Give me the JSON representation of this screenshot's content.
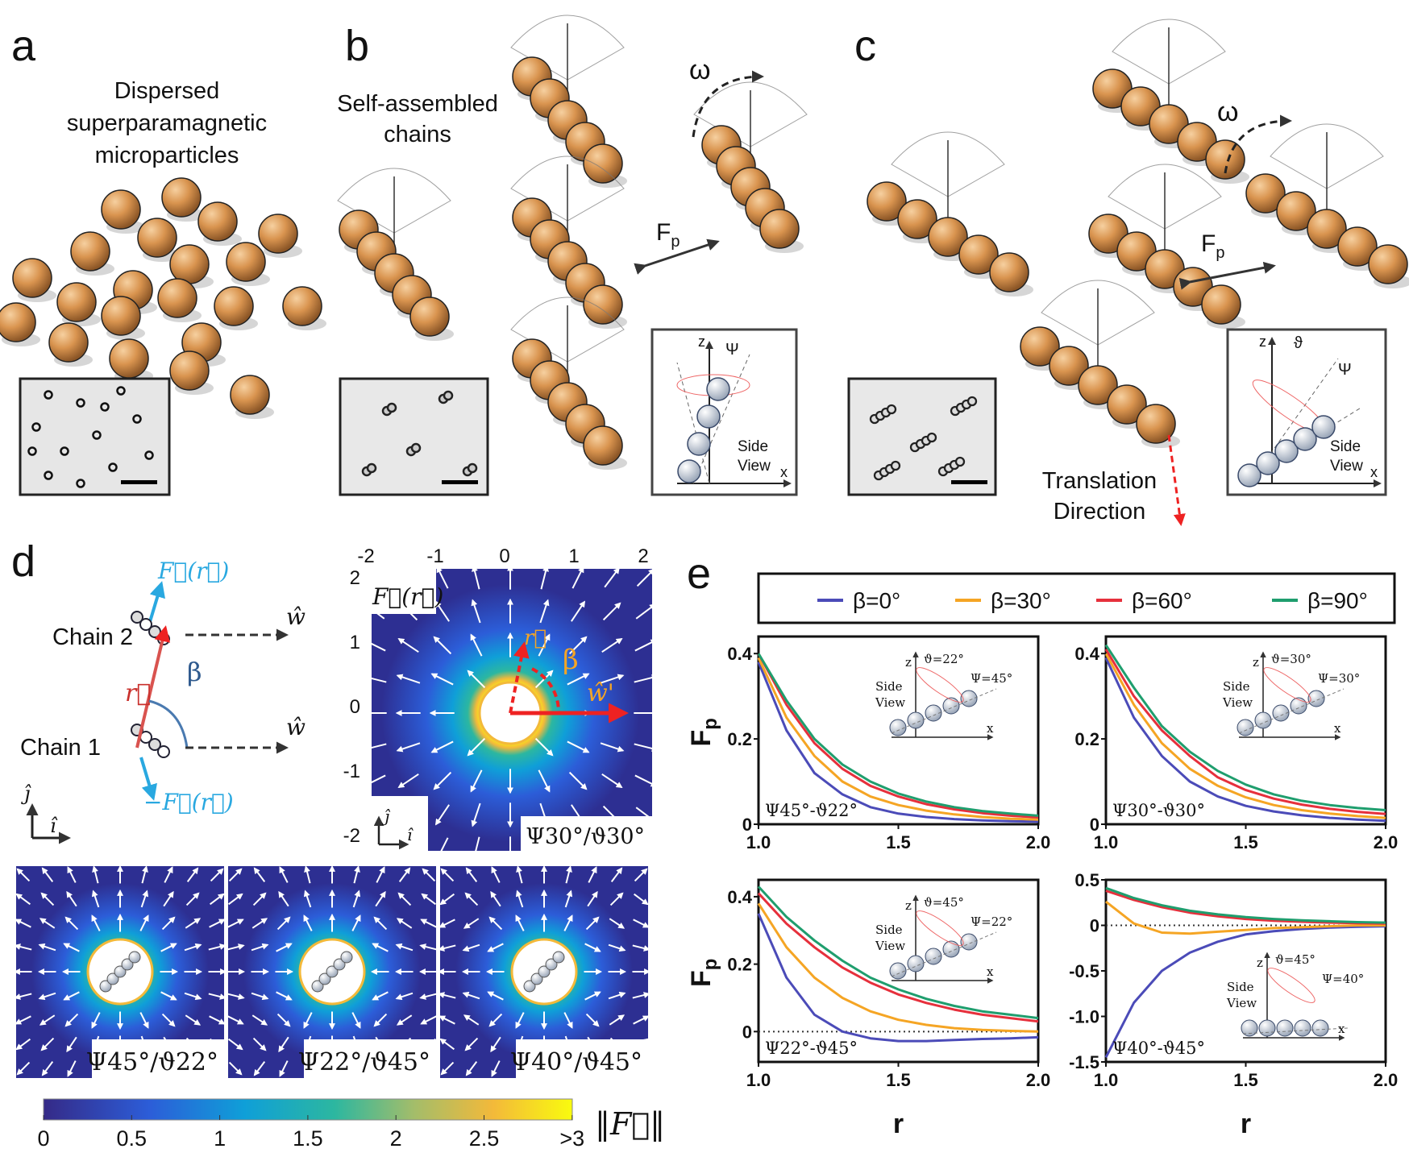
{
  "panels": {
    "a": {
      "label": "a",
      "title_lines": [
        "Dispersed",
        "superparamagnetic",
        "microparticles"
      ]
    },
    "b": {
      "label": "b",
      "title_lines": [
        "Self-assembled",
        "chains"
      ],
      "omega": "ω",
      "force": "F",
      "force_sub": "p",
      "side_view": [
        "Side",
        "View"
      ],
      "axis_z": "z",
      "axis_x": "x",
      "psi": "Ψ"
    },
    "c": {
      "label": "c",
      "omega": "ω",
      "force": "F",
      "force_sub": "p",
      "side_view": [
        "Side",
        "View"
      ],
      "axis_z": "z",
      "axis_x": "x",
      "psi": "Ψ",
      "theta": "ϑ",
      "translation": [
        "Translation",
        "Direction"
      ]
    },
    "d": {
      "label": "d",
      "force_label": "F⃗(r⃗)",
      "neg_force_label": "−F⃗(r⃗)",
      "chain2": "Chain 2",
      "chain1": "Chain 1",
      "r_label": "r⃗",
      "beta": "β",
      "w_hat": "ŵ",
      "j_hat": "ĵ",
      "i_hat": "î",
      "main_field": {
        "corner_label": "F⃗(r⃗)",
        "x_ticks": [
          "-2",
          "-1",
          "0",
          "1",
          "2"
        ],
        "y_ticks": [
          "2",
          "1",
          "0",
          "-1",
          "-2"
        ],
        "r_label": "r⃗",
        "beta": "β",
        "w_label": "ŵ'",
        "case": "Ψ30°/ϑ30°"
      },
      "small_fields": [
        {
          "case": "Ψ45°/ϑ22°"
        },
        {
          "case": "Ψ22°/ϑ45°"
        },
        {
          "case": "Ψ40°/ϑ45°"
        }
      ],
      "colorbar": {
        "ticks": [
          "0",
          "0.5",
          "1",
          "1.5",
          "2",
          "2.5",
          ">3"
        ],
        "label": "‖F⃗‖",
        "colors": [
          "#352a87",
          "#2c5dd8",
          "#0f9fd8",
          "#2cb7a0",
          "#a3bd6a",
          "#f3b93a",
          "#f9fb0e"
        ]
      }
    },
    "e": {
      "label": "e"
    }
  },
  "chart_data": {
    "type": "line",
    "legend": {
      "placement": "top",
      "entries": [
        "β=0°",
        "β=30°",
        "β=60°",
        "β=90°"
      ],
      "colors": [
        "#4b4bb8",
        "#f5a524",
        "#e6303c",
        "#1f9e6e"
      ]
    },
    "xlabel": "r",
    "ylabel": "F",
    "ylabel_sub": "p",
    "x": [
      1.0,
      1.1,
      1.2,
      1.3,
      1.4,
      1.5,
      1.6,
      1.7,
      1.8,
      1.9,
      2.0
    ],
    "plots": [
      {
        "case": "Ψ45°-ϑ22°",
        "inset": {
          "theta": "ϑ=22°",
          "psi": "Ψ=45°",
          "side_view": [
            "Side",
            "View"
          ],
          "z": "z",
          "x": "x"
        },
        "xlim": [
          1.0,
          2.0
        ],
        "ylim": [
          0,
          0.44
        ],
        "x_ticks": [
          "1.0",
          "1.5",
          "2.0"
        ],
        "y_ticks": [
          0,
          0.2,
          0.4
        ],
        "y_tick_labels": [
          "0",
          "0.2",
          "0.4"
        ],
        "zero_line": false,
        "series": [
          {
            "name": "β=0°",
            "values": [
              0.38,
              0.22,
              0.12,
              0.07,
              0.04,
              0.025,
              0.017,
              0.012,
              0.009,
              0.007,
              0.006
            ]
          },
          {
            "name": "β=30°",
            "values": [
              0.39,
              0.25,
              0.16,
              0.1,
              0.065,
              0.045,
              0.032,
              0.023,
              0.017,
              0.013,
              0.011
            ]
          },
          {
            "name": "β=60°",
            "values": [
              0.4,
              0.28,
              0.19,
              0.13,
              0.09,
              0.065,
              0.047,
              0.035,
              0.026,
              0.02,
              0.016
            ]
          },
          {
            "name": "β=90°",
            "values": [
              0.4,
              0.29,
              0.2,
              0.14,
              0.1,
              0.072,
              0.053,
              0.04,
              0.031,
              0.025,
              0.02
            ]
          }
        ]
      },
      {
        "case": "Ψ30°-ϑ30°",
        "inset": {
          "theta": "ϑ=30°",
          "psi": "Ψ=30°",
          "side_view": [
            "Side",
            "View"
          ],
          "z": "z",
          "x": "x"
        },
        "xlim": [
          1.0,
          2.0
        ],
        "ylim": [
          0,
          0.44
        ],
        "x_ticks": [
          "1.0",
          "1.5",
          "2.0"
        ],
        "y_ticks": [
          0,
          0.2,
          0.4
        ],
        "y_tick_labels": [
          "0",
          "0.2",
          "0.4"
        ],
        "zero_line": false,
        "series": [
          {
            "name": "β=0°",
            "values": [
              0.39,
              0.25,
              0.16,
              0.1,
              0.065,
              0.043,
              0.03,
              0.021,
              0.015,
              0.011,
              0.008
            ]
          },
          {
            "name": "β=30°",
            "values": [
              0.4,
              0.28,
              0.19,
              0.13,
              0.09,
              0.063,
              0.045,
              0.033,
              0.025,
              0.019,
              0.015
            ]
          },
          {
            "name": "β=60°",
            "values": [
              0.41,
              0.3,
              0.22,
              0.16,
              0.11,
              0.08,
              0.06,
              0.046,
              0.036,
              0.029,
              0.024
            ]
          },
          {
            "name": "β=90°",
            "values": [
              0.42,
              0.32,
              0.23,
              0.17,
              0.125,
              0.093,
              0.07,
              0.055,
              0.045,
              0.038,
              0.033
            ]
          }
        ]
      },
      {
        "case": "Ψ22°-ϑ45°",
        "inset": {
          "theta": "ϑ=45°",
          "psi": "Ψ=22°",
          "side_view": [
            "Side",
            "View"
          ],
          "z": "z",
          "x": "x"
        },
        "xlim": [
          1.0,
          2.0
        ],
        "ylim": [
          -0.09,
          0.45
        ],
        "x_ticks": [
          "1.0",
          "1.5",
          "2.0"
        ],
        "y_ticks": [
          0,
          0.2,
          0.4
        ],
        "y_tick_labels": [
          "0",
          "0.2",
          "0.4"
        ],
        "zero_line": true,
        "series": [
          {
            "name": "β=0°",
            "values": [
              0.35,
              0.16,
              0.05,
              0.0,
              -0.02,
              -0.028,
              -0.028,
              -0.025,
              -0.022,
              -0.02,
              -0.017
            ]
          },
          {
            "name": "β=30°",
            "values": [
              0.38,
              0.25,
              0.16,
              0.1,
              0.06,
              0.035,
              0.02,
              0.01,
              0.005,
              0.002,
              0.0
            ]
          },
          {
            "name": "β=60°",
            "values": [
              0.41,
              0.32,
              0.25,
              0.19,
              0.145,
              0.11,
              0.085,
              0.065,
              0.05,
              0.04,
              0.03
            ]
          },
          {
            "name": "β=90°",
            "values": [
              0.43,
              0.34,
              0.27,
              0.21,
              0.16,
              0.125,
              0.097,
              0.076,
              0.06,
              0.05,
              0.04
            ]
          }
        ]
      },
      {
        "case": "Ψ40°-ϑ45°",
        "inset": {
          "theta": "ϑ=45°",
          "psi": "Ψ=40°",
          "side_view": [
            "Side",
            "View"
          ],
          "z": "z",
          "x": "x"
        },
        "xlim": [
          1.0,
          2.0
        ],
        "ylim": [
          -1.5,
          0.5
        ],
        "x_ticks": [
          "1.0",
          "1.5",
          "2.0"
        ],
        "y_ticks": [
          0.5,
          0,
          -0.5,
          -1.0,
          -1.5
        ],
        "y_tick_labels": [
          "0.5",
          "0",
          "-0.5",
          "-1.0",
          "-1.5"
        ],
        "zero_line": true,
        "series": [
          {
            "name": "β=0°",
            "values": [
              -1.45,
              -0.85,
              -0.5,
              -0.3,
              -0.18,
              -0.1,
              -0.065,
              -0.04,
              -0.025,
              -0.015,
              -0.01
            ]
          },
          {
            "name": "β=30°",
            "values": [
              0.26,
              0.02,
              -0.08,
              -0.09,
              -0.07,
              -0.05,
              -0.03,
              -0.02,
              -0.01,
              0.0,
              0.0
            ]
          },
          {
            "name": "β=60°",
            "values": [
              0.38,
              0.28,
              0.2,
              0.14,
              0.1,
              0.07,
              0.05,
              0.04,
              0.03,
              0.025,
              0.02
            ]
          },
          {
            "name": "β=90°",
            "values": [
              0.41,
              0.3,
              0.22,
              0.16,
              0.12,
              0.09,
              0.07,
              0.055,
              0.045,
              0.035,
              0.03
            ]
          }
        ]
      }
    ]
  }
}
